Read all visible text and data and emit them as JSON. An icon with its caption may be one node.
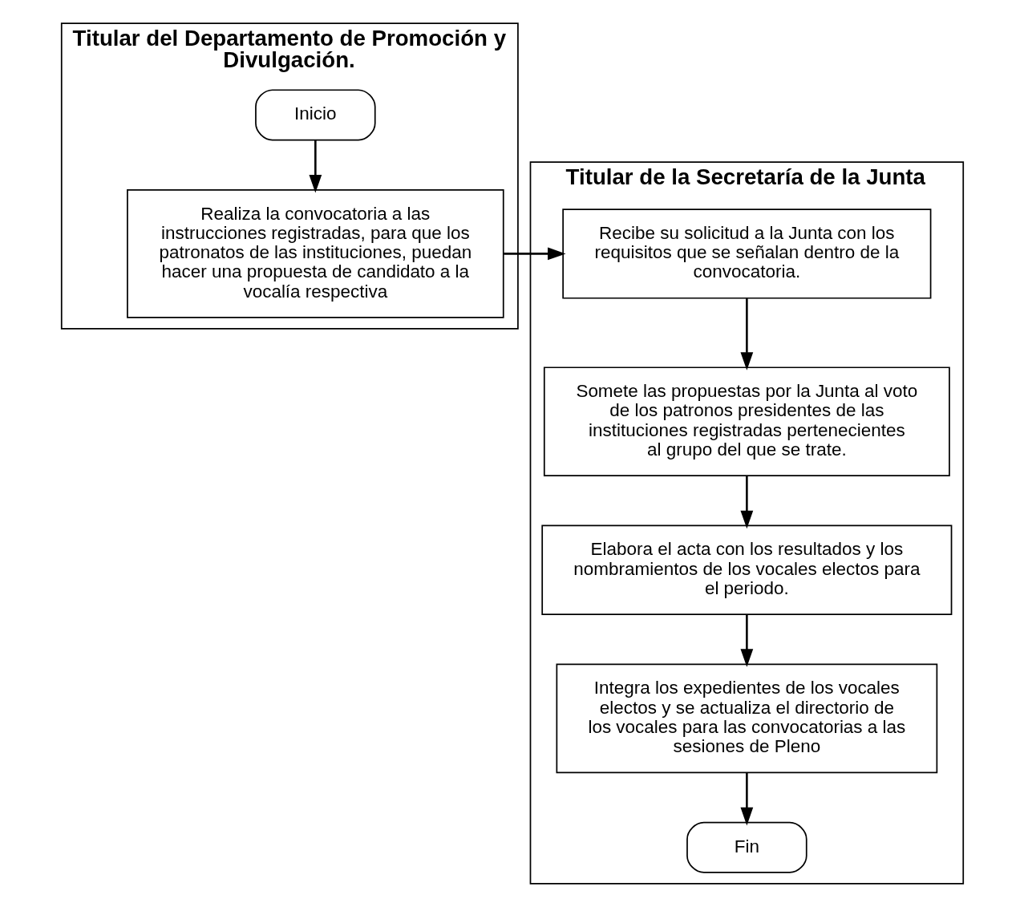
{
  "diagram": {
    "nodes": [
      {
        "text": [
          "Titular del Departamento de Promoción y Divulgación."
        ]
      },
      {
        "text": [
          "Titular de la Secretaría de la Junta"
        ]
      },
      {
        "text": [
          "Inicio"
        ],
        "in": 0
      },
      {
        "text": [
          "Realiza la convocatoria a las instrucciones registradas, para que los patronatos de las instituciones, puedan hacer una propuesta de candidato a la vocalía respectiva"
        ],
        "in": 0
      },
      {
        "text": [
          "Recibe su solicitud a la Junta con los requisitos que se señalan dentro de la convocatoria."
        ],
        "in": 1
      },
      {
        "text": [
          "Somete las propuestas por la Junta al voto de los patronos presidentes de las instituciones registradas pertenecientes al grupo del que se trate."
        ],
        "in": 1
      },
      {
        "text": [
          "Elabora el acta con los resultados y los nombramientos de los vocales electos para el periodo."
        ],
        "in": 1
      },
      {
        "text": [
          "Integra los expedientes de los vocales electos y se actualiza el directorio de los vocales para las convocatorias a las sesiones de Pleno"
        ],
        "in": 1
      },
      {
        "text": [
          "Fin"
        ],
        "in": 1
      }
    ],
    "edges": [
      {
        "from": 2,
        "to": 3,
        "arrow": "to"
      },
      {
        "from": 3,
        "to": 4,
        "arrow": "to"
      },
      {
        "from": 4,
        "to": 5,
        "arrow": "to"
      },
      {
        "from": 5,
        "to": 6,
        "arrow": "to"
      },
      {
        "from": 6,
        "to": 7,
        "arrow": "to"
      },
      {
        "from": 7,
        "to": 8,
        "arrow": "to"
      }
    ]
  }
}
